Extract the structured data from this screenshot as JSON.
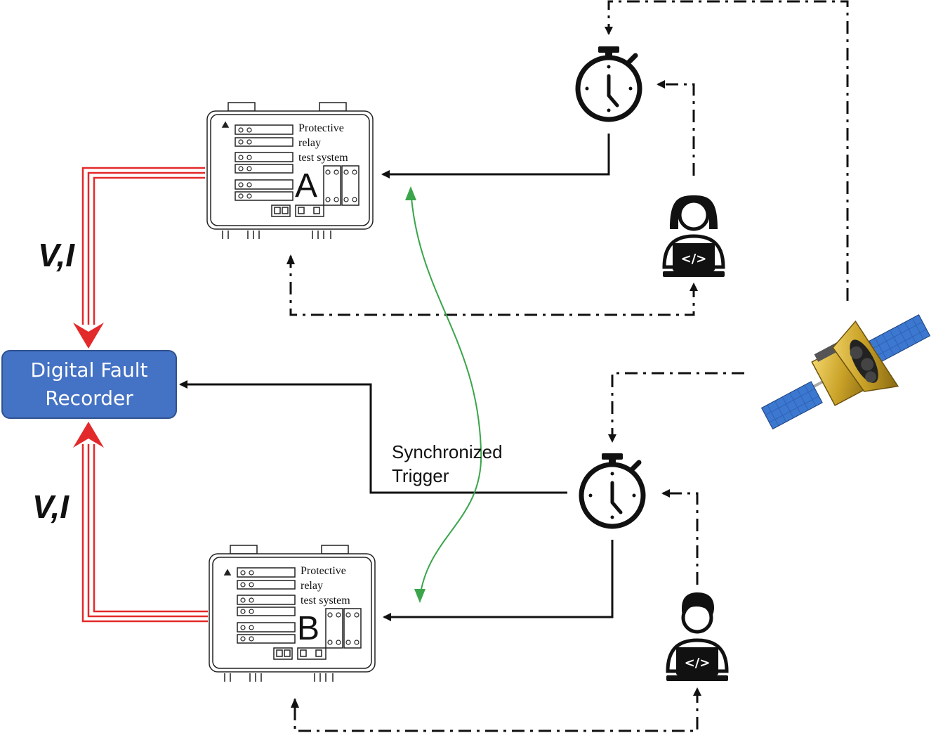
{
  "dfr": {
    "line1": "Digital Fault",
    "line2": "Recorder"
  },
  "signals": {
    "top": "V,I",
    "bottom": "V,I"
  },
  "trigger": {
    "line1": "Synchronized",
    "line2": "Trigger"
  },
  "relays": [
    {
      "line1": "Protective",
      "line2": "relay",
      "line3": "test system",
      "letter": "A"
    },
    {
      "line1": "Protective",
      "line2": "relay",
      "line3": "test system",
      "letter": "B"
    }
  ],
  "laptop_code": "</>",
  "colors": {
    "dfr_fill": "#4472c4",
    "dfr_border": "#2f528f",
    "vi_wire": "#e32a2a",
    "sync_curve": "#3aa54a",
    "satellite_body": "#c9a227",
    "solar_panel": "#2f62b5"
  },
  "icons": [
    "stopwatch-icon",
    "programmer-icon",
    "satellite-icon",
    "relay-test-device-icon"
  ]
}
